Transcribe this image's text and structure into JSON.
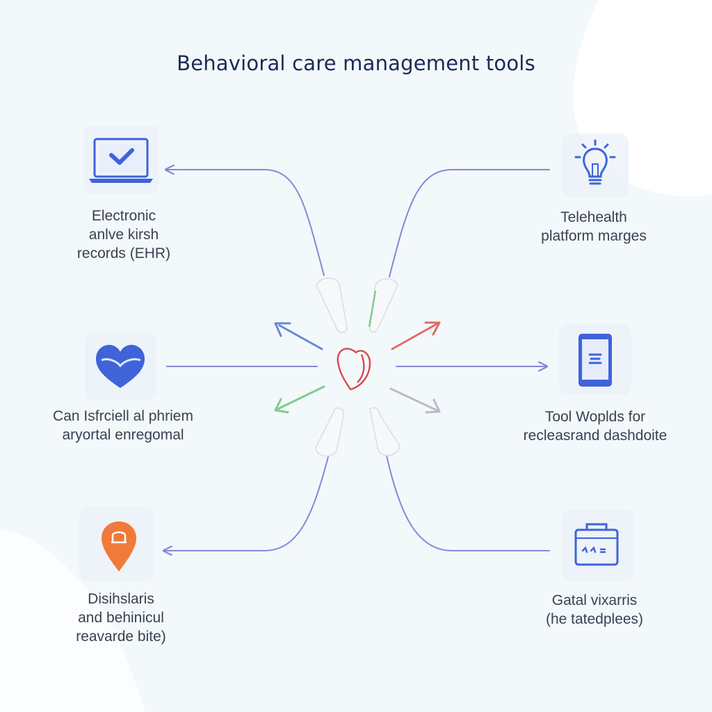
{
  "title": "Behavioral care management tools",
  "nodes": [
    {
      "id": "ehr",
      "icon": "laptop-check-icon",
      "lines": [
        "Electronic",
        "anlve kirsh",
        "records (EHR)"
      ]
    },
    {
      "id": "telehealth",
      "icon": "lightbulb-icon",
      "lines": [
        "Telehealth",
        "platform marges"
      ]
    },
    {
      "id": "heart",
      "icon": "heart-icon",
      "lines": [
        "Can Isfrciell al phriem",
        "aryortal enregomal"
      ]
    },
    {
      "id": "tablet",
      "icon": "tablet-icon",
      "lines": [
        "Tool Woplds for",
        "recleasrand dashdoite"
      ]
    },
    {
      "id": "pin",
      "icon": "location-pin-icon",
      "lines": [
        "Disihslaris",
        "and behinicul",
        "reavarde bite)"
      ]
    },
    {
      "id": "bag",
      "icon": "briefcase-icon",
      "lines": [
        "Gatal vixarris",
        "(he tatedplees)"
      ]
    }
  ],
  "colors": {
    "title": "#1c2a55",
    "connector": "#8a86d6",
    "icon_blue": "#3f63d9",
    "heart_red": "#d9474f",
    "arrow_green": "#7fcc8f",
    "arrow_red": "#e36a63",
    "arrow_blue": "#6a86d9",
    "pin_orange": "#f07a3a"
  }
}
